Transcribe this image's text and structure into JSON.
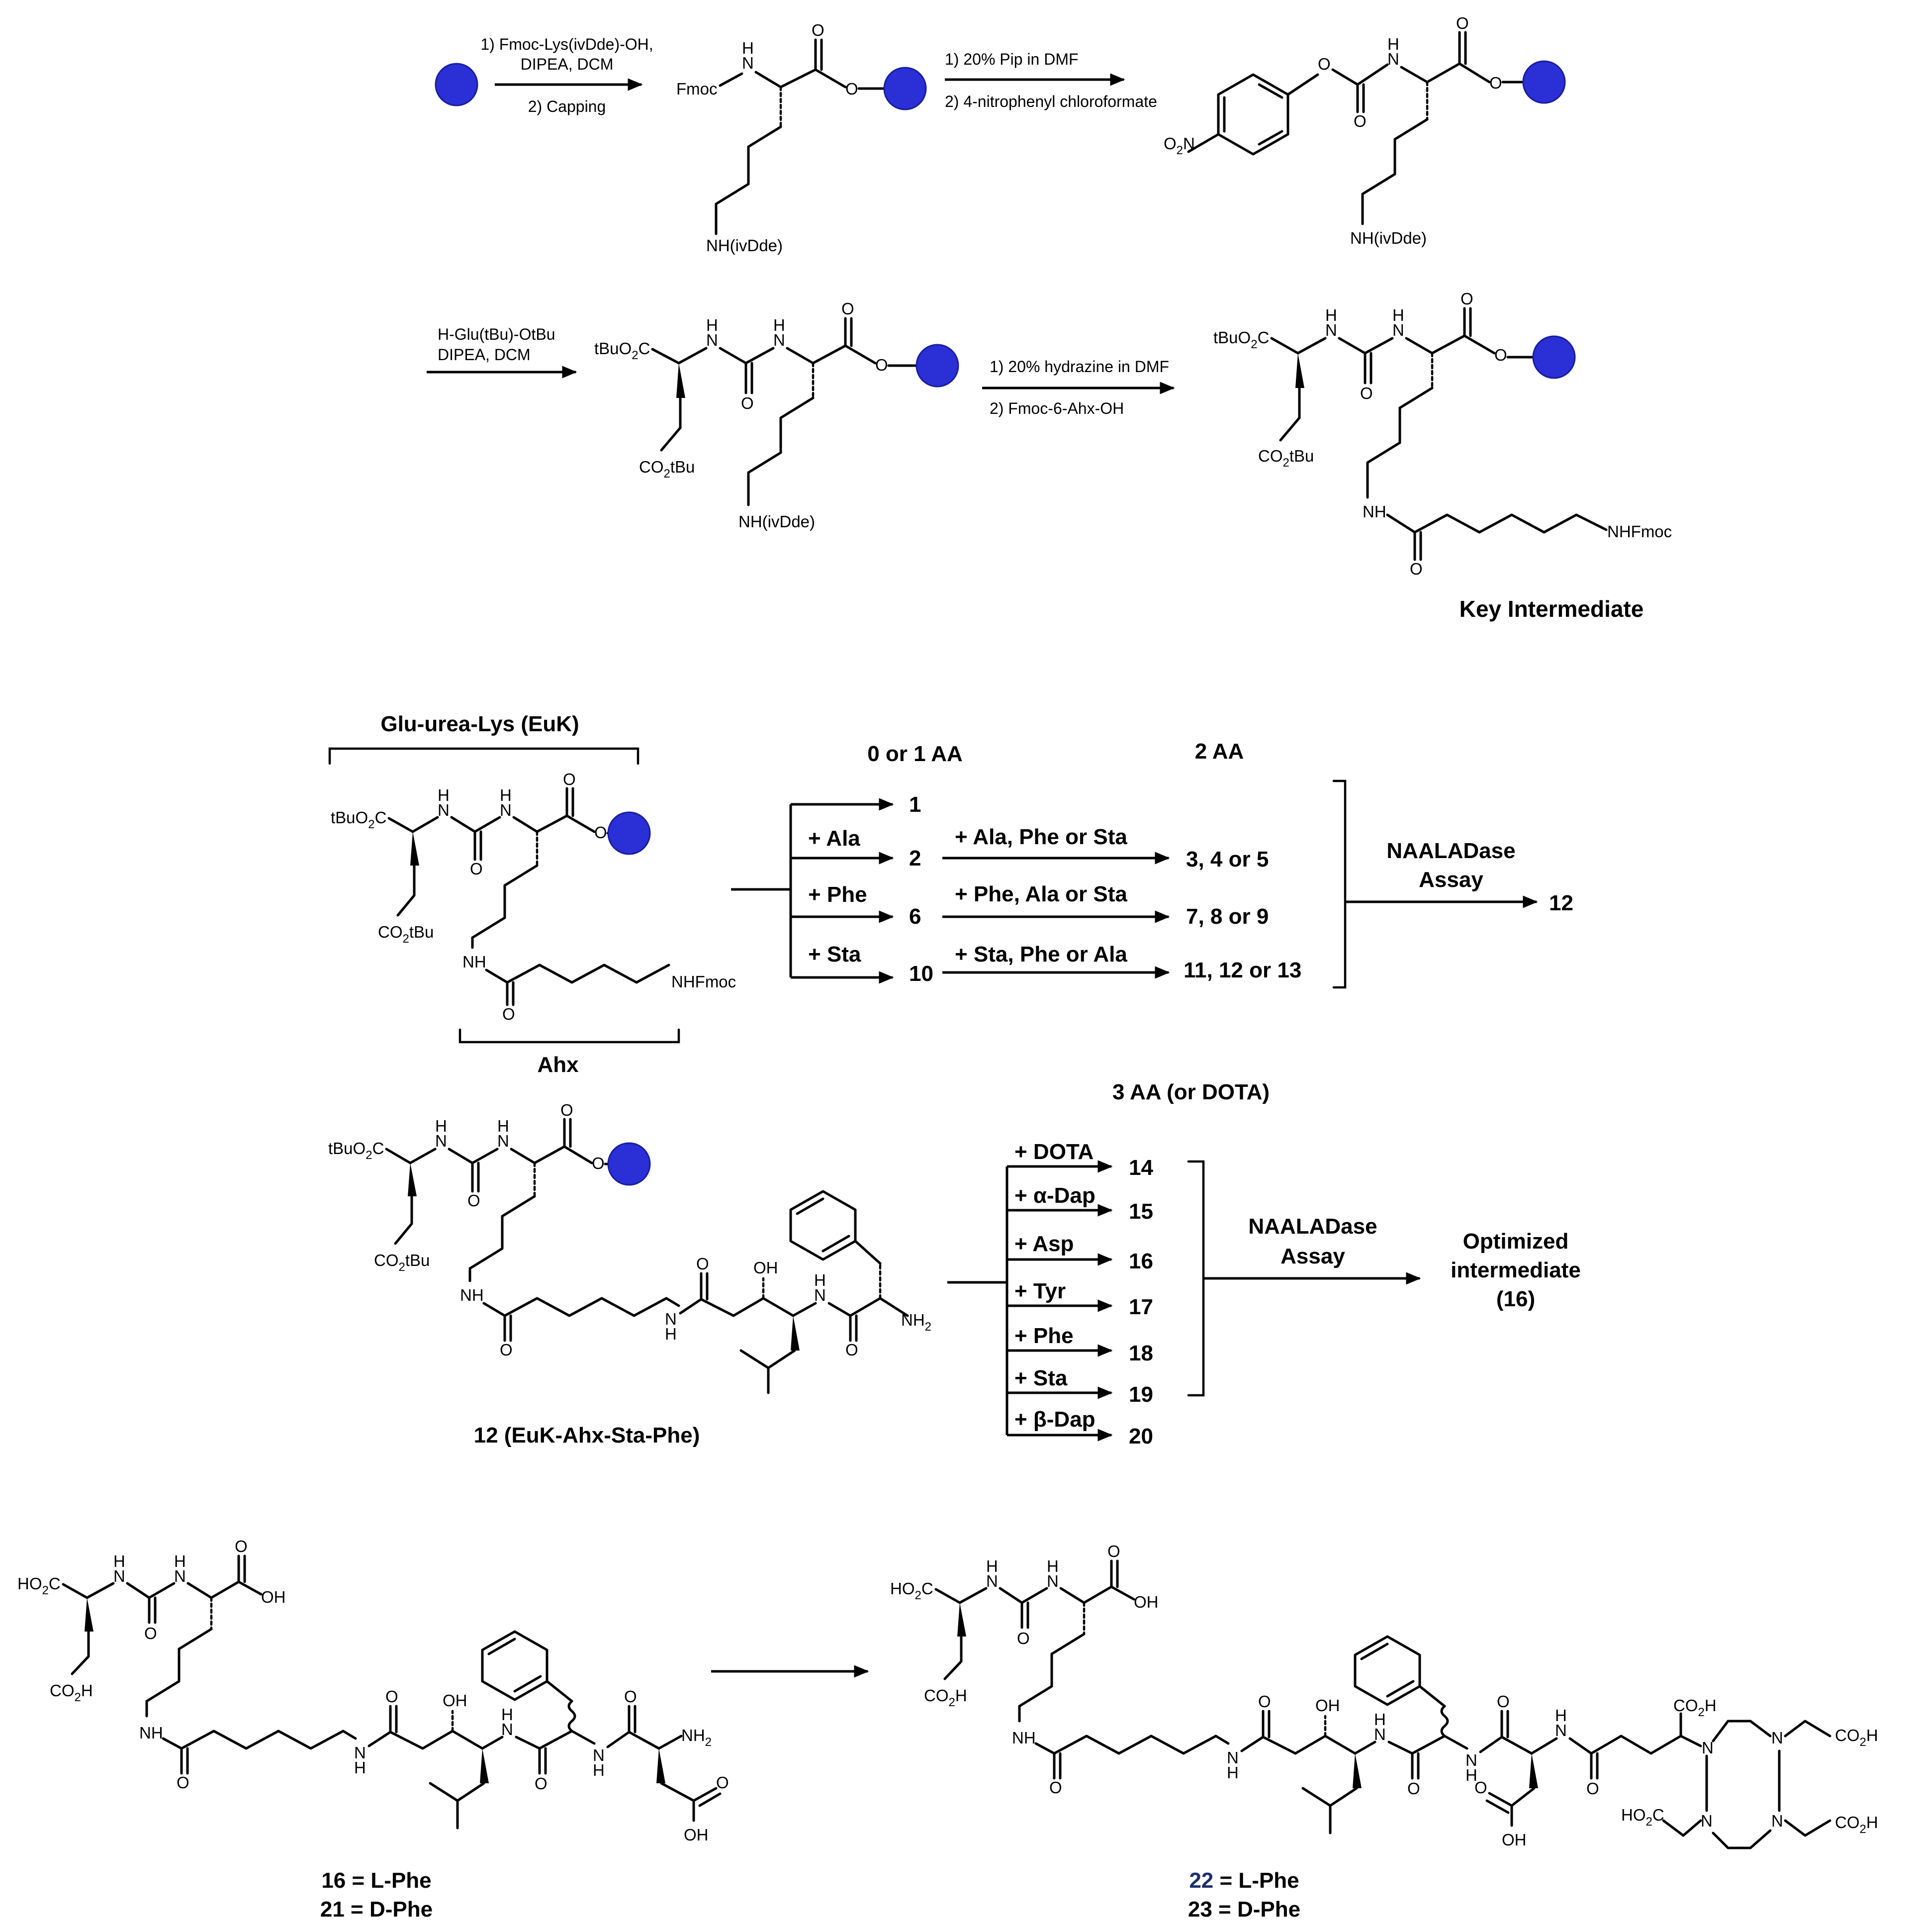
{
  "colors": {
    "resin": "#2a2fd6",
    "resin_edge": "#1a1e9e",
    "highlight_22": "#1c2e6e",
    "text": "#000000"
  },
  "row1": {
    "cond1_line1": "1) Fmoc-Lys(ivDde)-OH,",
    "cond1_line2": "DIPEA, DCM",
    "cond1_line3": "2) Capping",
    "cond2_line1": "1) 20% Pip in DMF",
    "cond2_line2": "2) 4-nitrophenyl chloroformate",
    "fmoc": "Fmoc",
    "nh_ivdde": "NH(ivDde)",
    "o2n": "O",
    "o2n_sub": "2",
    "o2n_end": "N"
  },
  "row2": {
    "cond3_line1": "H-Glu(tBu)-OtBu",
    "cond3_line2": "DIPEA, DCM",
    "cond4_line1": "1) 20% hydrazine in DMF",
    "cond4_line2": "2) Fmoc-6-Ahx-OH",
    "key_intermediate": "Key Intermediate",
    "tbuo2c": "tBuO",
    "co2tbu": "CO",
    "tbu": "tBu",
    "nhfmoc": "NHFmoc",
    "nh_ivdde": "NH(ivDde)"
  },
  "row3": {
    "glu_urea_lys": "Glu-urea-Lys (EuK)",
    "ahx": "Ahx",
    "hdr_01aa": "0 or 1 AA",
    "hdr_2aa": "2 AA",
    "branches": [
      {
        "reagent": "",
        "product": "1",
        "reagent2": "",
        "product2": ""
      },
      {
        "reagent": "+ Ala",
        "product": "2",
        "reagent2": "+ Ala, Phe or Sta",
        "product2": "3, 4 or 5"
      },
      {
        "reagent": "+ Phe",
        "product": "6",
        "reagent2": "+ Phe, Ala or Sta",
        "product2": "7, 8 or 9"
      },
      {
        "reagent": "+ Sta",
        "product": "10",
        "reagent2": "+ Sta, Phe or Ala",
        "product2": "11, 12 or 13"
      }
    ],
    "assay_line1": "NAALADase",
    "assay_line2": "Assay",
    "result": "12"
  },
  "row4": {
    "hdr_3aa": "3 AA (or DOTA)",
    "compound_label": "12 (EuK-Ahx-Sta-Phe)",
    "branches": [
      {
        "reagent": "+ DOTA",
        "product": "14"
      },
      {
        "reagent": "+ α-Dap",
        "product": "15"
      },
      {
        "reagent": "+ Asp",
        "product": "16"
      },
      {
        "reagent": "+ Tyr",
        "product": "17"
      },
      {
        "reagent": "+ Phe",
        "product": "18"
      },
      {
        "reagent": "+ Sta",
        "product": "19"
      },
      {
        "reagent": "+ β-Dap",
        "product": "20"
      }
    ],
    "assay_line1": "NAALADase",
    "assay_line2": "Assay",
    "result_line1": "Optimized",
    "result_line2": "intermediate",
    "result_line3": "(16)"
  },
  "row5": {
    "left_label1_num": "16",
    "left_label1_rest": " = L-Phe",
    "left_label2": "21 = D-Phe",
    "right_label1_num": "22",
    "right_label1_rest": " = L-Phe",
    "right_label2": "23 = D-Phe"
  },
  "atoms": {
    "O": "O",
    "N": "N",
    "H": "H",
    "NH": "NH",
    "OH": "OH",
    "O_link": "O",
    "HO2C": "HO",
    "CO2H": "CO",
    "NH2": "NH",
    "sub2": "2",
    "C": "C",
    "H_end": "H"
  }
}
